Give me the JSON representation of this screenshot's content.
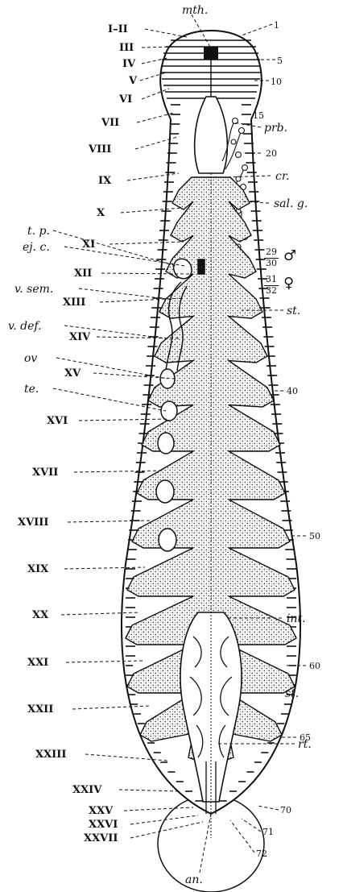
{
  "figure": {
    "top_label": "mth.",
    "bottom_label": "an.",
    "right_labels": [
      "prb.",
      "cr.",
      "sal. g.",
      "st.",
      "int.",
      "st.",
      "rt."
    ],
    "left_labels": [
      "t. p.",
      "ej. c.",
      "v. sem.",
      "v. def.",
      "ov",
      "te."
    ],
    "roman_numerals": [
      "I–II",
      "III",
      "IV",
      "V",
      "VI",
      "VII",
      "VIII",
      "IX",
      "X",
      "XI",
      "XII",
      "XIII",
      "XIV",
      "XV",
      "XVI",
      "XVII",
      "XVIII",
      "XIX",
      "XX",
      "XXI",
      "XXII",
      "XXIII",
      "XXIV",
      "XXV",
      "XXVI",
      "XXVII"
    ],
    "annulus_numbers": [
      "1",
      "5",
      "10",
      "15",
      "20",
      "29",
      "30",
      "31",
      "32",
      "40",
      "50",
      "60",
      "65",
      "70",
      "71",
      "72"
    ],
    "male_symbol": "♂",
    "female_symbol": "♀"
  }
}
